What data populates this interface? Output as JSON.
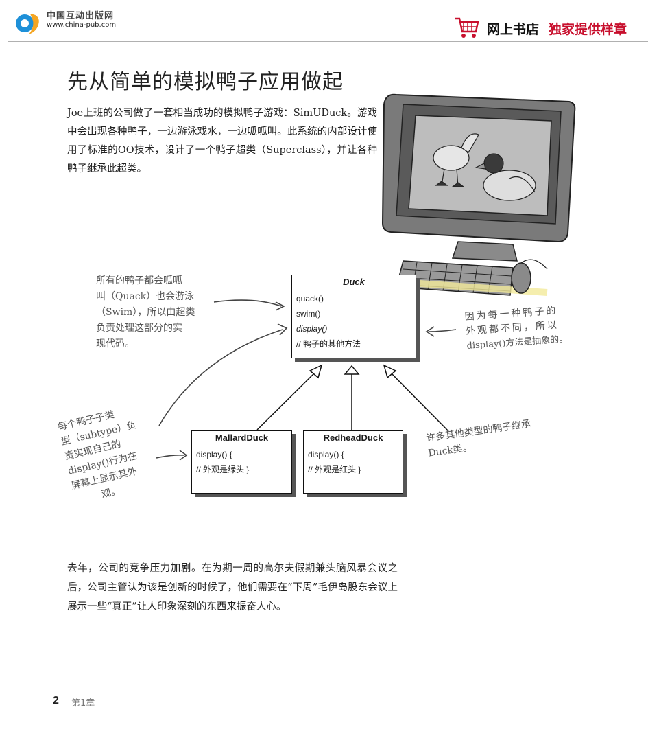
{
  "header": {
    "logo_cn": "中国互动出版网",
    "logo_url": "www.china-pub.com",
    "store_name": "网上书店",
    "store_tag": "独家提供样章"
  },
  "title": "先从简单的模拟鸭子应用做起",
  "intro": "Joe上班的公司做了一套相当成功的模拟鸭子游戏：SimUDuck。游戏中会出现各种鸭子，一边游泳戏水，一边呱呱叫。此系统的内部设计使用了标准的OO技术，设计了一个鸭子超类（Superclass），并让各种鸭子继承此超类。",
  "uml": {
    "duck": {
      "name": "Duck",
      "methods": [
        "quack()",
        "swim()",
        "display()",
        "// 鸭子的其他方法"
      ]
    },
    "mallard": {
      "name": "MallardDuck",
      "methods": [
        "display() {",
        "// 外观是绿头 }"
      ]
    },
    "redhead": {
      "name": "RedheadDuck",
      "methods": [
        "display() {",
        "// 外观是红头 }"
      ]
    }
  },
  "notes": {
    "common": [
      "所有的鸭子都会呱呱",
      "叫（Quack）也会游泳",
      "（Swim），所以由超类",
      "负责处理这部分的实",
      "现代码。"
    ],
    "display": [
      "因为每一种鸭子的",
      "外观都不同，所以",
      "display()方法是抽象的。"
    ],
    "subtype": [
      "每个鸭子子类",
      "型（subtype）负",
      "责实现自己的",
      "display()行为在",
      "屏幕上显示其外",
      "观。"
    ],
    "others": [
      "许多其他类型的鸭子继承",
      "Duck类。"
    ]
  },
  "closing": "去年，公司的竞争压力加剧。在为期一周的高尔夫假期兼头脑风暴会议之后，公司主管认为该是创新的时候了，他们需要在“下周”毛伊岛股东会议上展示一些“真正”让人印象深刻的东西来振奋人心。",
  "footer": {
    "page_number": "2",
    "chapter": "第1章"
  },
  "colors": {
    "brand_red": "#c8102e",
    "logo_blue": "#1e90d8",
    "logo_orange": "#f5a623",
    "annotation_gray": "#555555"
  }
}
